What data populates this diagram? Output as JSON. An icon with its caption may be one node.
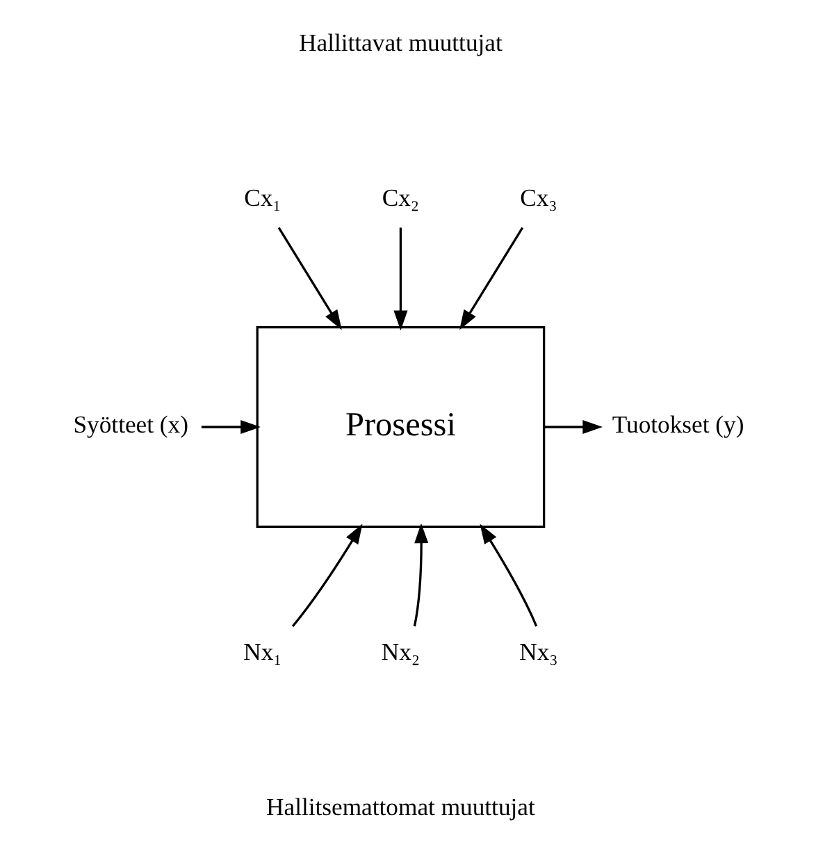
{
  "diagram": {
    "nodes": [
      {
        "text": [
          "Cx₁"
        ]
      },
      {
        "text": [
          "Cx₂"
        ]
      },
      {
        "text": [
          "Cx₃"
        ]
      },
      {
        "text": [
          "Syötteet (x)"
        ]
      },
      {
        "text": [
          "Prosessi"
        ]
      },
      {
        "text": [
          "Tuotokset (y)"
        ]
      },
      {
        "text": [
          "Nx₁"
        ]
      },
      {
        "text": [
          "Nx₂"
        ]
      },
      {
        "text": [
          "Nx₃"
        ]
      }
    ],
    "edges": [
      {
        "from": 0,
        "to": 4,
        "arrow": "to"
      },
      {
        "from": 1,
        "to": 4,
        "arrow": "to"
      },
      {
        "from": 2,
        "to": 4,
        "arrow": "to"
      },
      {
        "from": 3,
        "to": 4,
        "arrow": "to"
      },
      {
        "from": 4,
        "to": 5,
        "arrow": "to"
      },
      {
        "from": 6,
        "to": 4,
        "arrow": "to"
      },
      {
        "from": 7,
        "to": 4,
        "arrow": "to"
      },
      {
        "from": 8,
        "to": 4,
        "arrow": "to"
      }
    ],
    "labels": [
      "Hallittavat muuttujat",
      "Hallitsemattomat muuttujat"
    ]
  }
}
